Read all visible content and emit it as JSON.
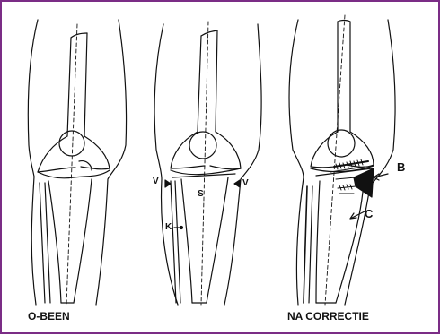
{
  "captions": {
    "left": "O-BEEN",
    "right": "NA CORRECTIE"
  },
  "annotations": {
    "v_left": "V",
    "s": "S",
    "v_right": "V",
    "k": "K",
    "b": "B",
    "c": "C"
  },
  "colors": {
    "border": "#7b2d86",
    "ink": "#111111"
  }
}
